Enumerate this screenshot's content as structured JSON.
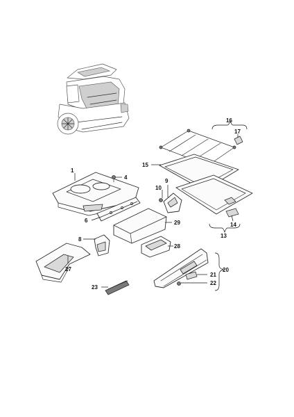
{
  "callouts": {
    "c1": "1",
    "c4": "4",
    "c6": "6",
    "c8": "8",
    "c9": "9",
    "c10": "10",
    "c13": "13",
    "c14": "14",
    "c15": "15",
    "c16": "16",
    "c17": "17",
    "c20": "20",
    "c21": "21",
    "c22": "22",
    "c23": "23",
    "c27": "27",
    "c28": "28",
    "c29": "29"
  }
}
